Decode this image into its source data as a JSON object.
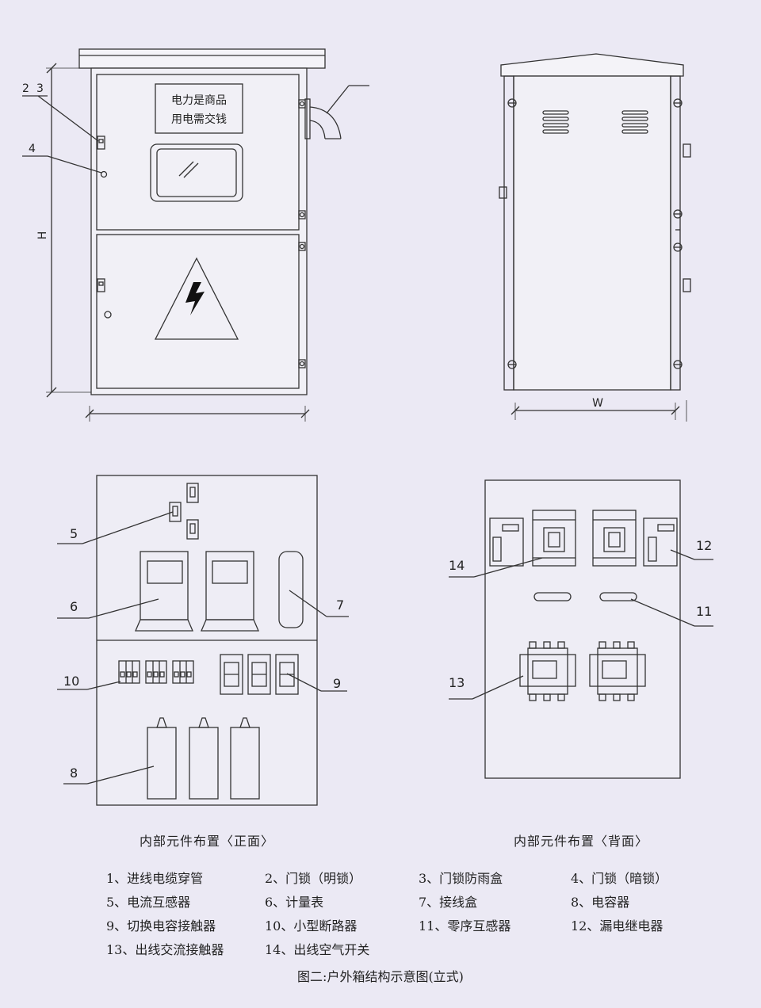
{
  "front_view": {
    "sign_line1": "电力是商品",
    "sign_line2": "用电需交钱",
    "callouts": [
      "2",
      "3",
      "4"
    ],
    "dim_height": "H"
  },
  "side_view": {
    "dim_width": "W"
  },
  "interior_front": {
    "caption": "内部元件布置〈正面〉",
    "callouts": [
      "5",
      "6",
      "7",
      "10",
      "9",
      "8"
    ]
  },
  "interior_back": {
    "caption": "内部元件布置〈背面〉",
    "callouts": [
      "14",
      "12",
      "11",
      "13"
    ]
  },
  "legend": [
    "1、进线电缆穿管",
    "2、门锁（明锁）",
    "3、门锁防雨盒",
    "4、门锁（暗锁）",
    "5、电流互感器",
    "6、计量表",
    "7、接线盒",
    "8、电容器",
    "9、切换电容接触器",
    "10、小型断路器",
    "11、零序互感器",
    "12、漏电继电器",
    "13、出线交流接触器",
    "14、出线空气开关"
  ],
  "figure_title": "图二:户外箱结构示意图(立式)",
  "colors": {
    "background": "#ebe9f4",
    "line": "#333333"
  }
}
